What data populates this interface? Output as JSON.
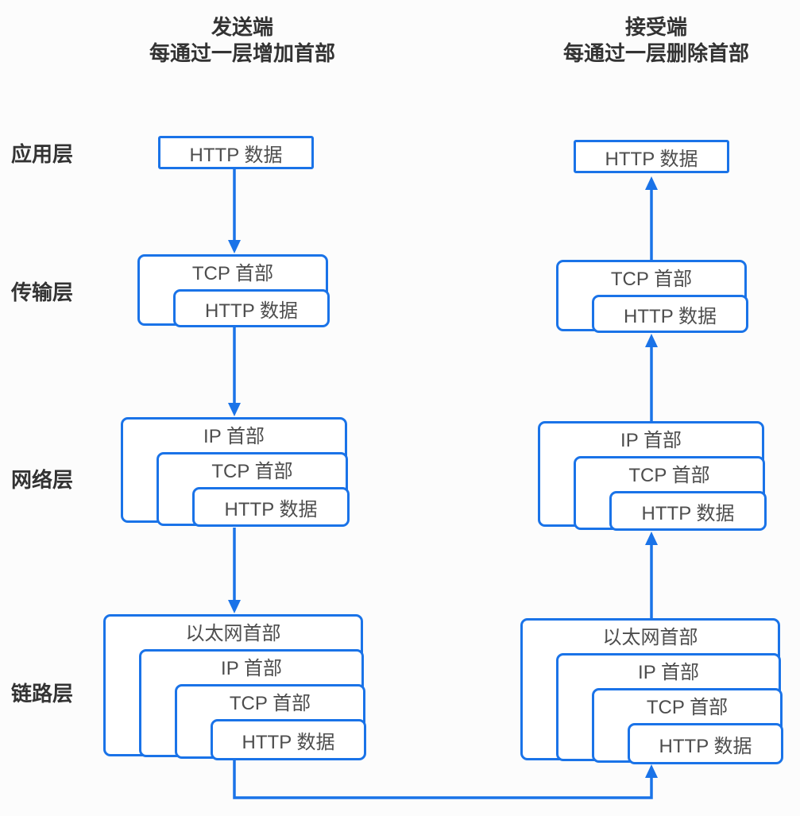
{
  "headers": {
    "sender": {
      "title": "发送端",
      "subtitle": "每通过一层增加首部"
    },
    "receiver": {
      "title": "接受端",
      "subtitle": "每通过一层删除首部"
    }
  },
  "layers": [
    "应用层",
    "传输层",
    "网络层",
    "链路层"
  ],
  "sender": {
    "application": [
      "HTTP 数据"
    ],
    "transport": [
      "TCP 首部",
      "HTTP 数据"
    ],
    "network": [
      "IP 首部",
      "TCP 首部",
      "HTTP 数据"
    ],
    "link": [
      "以太网首部",
      "IP 首部",
      "TCP 首部",
      "HTTP 数据"
    ]
  },
  "receiver": {
    "application": [
      "HTTP 数据"
    ],
    "transport": [
      "TCP 首部",
      "HTTP 数据"
    ],
    "network": [
      "IP 首部",
      "TCP 首部",
      "HTTP 数据"
    ],
    "link": [
      "以太网首部",
      "IP 首部",
      "TCP 首部",
      "HTTP 数据"
    ]
  },
  "colors": {
    "accent": "#1a73e8",
    "box_text": "#4d4d4d",
    "heading_text": "#333333",
    "background": "#fcfcfc"
  }
}
